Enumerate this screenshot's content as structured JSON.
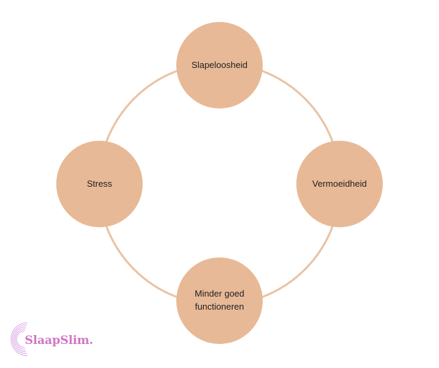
{
  "colors": {
    "ring": "#e9c3a4",
    "node_fill": "#e8b996",
    "text": "#1f1f1f",
    "logo_text": "#d276c4",
    "logo_arc": "#d9a5e5"
  },
  "diagram": {
    "nodes": [
      {
        "label": "Slapeloosheid"
      },
      {
        "label": "Vermoeidheid"
      },
      {
        "label": "Minder goed functioneren"
      },
      {
        "label": "Stress"
      }
    ]
  },
  "logo": {
    "text": "SlaapSlim."
  }
}
